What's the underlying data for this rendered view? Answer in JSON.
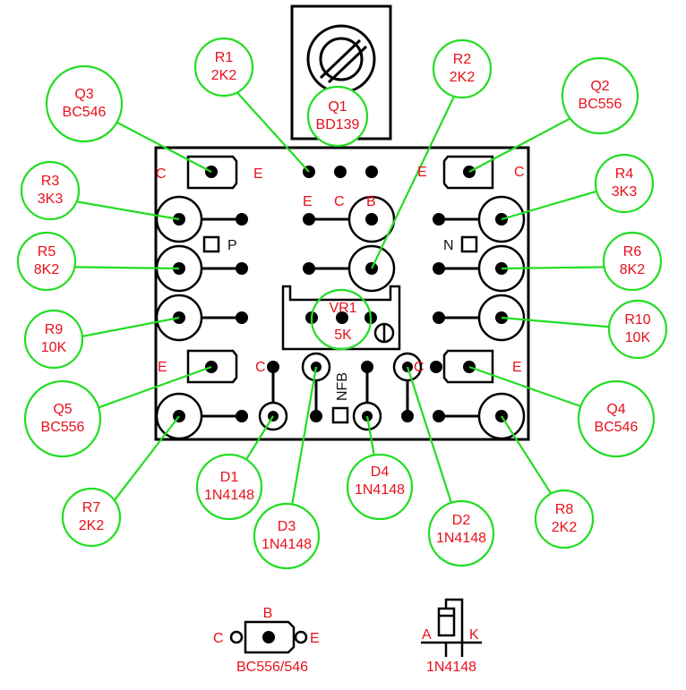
{
  "components": {
    "q1": {
      "ref": "Q1",
      "value": "BD139"
    },
    "r1": {
      "ref": "R1",
      "value": "2K2"
    },
    "r2": {
      "ref": "R2",
      "value": "2K2"
    },
    "q3": {
      "ref": "Q3",
      "value": "BC546"
    },
    "q2": {
      "ref": "Q2",
      "value": "BC556"
    },
    "r3": {
      "ref": "R3",
      "value": "3K3"
    },
    "r4": {
      "ref": "R4",
      "value": "3K3"
    },
    "r5": {
      "ref": "R5",
      "value": "8K2"
    },
    "r6": {
      "ref": "R6",
      "value": "8K2"
    },
    "r9": {
      "ref": "R9",
      "value": "10K"
    },
    "r10": {
      "ref": "R10",
      "value": "10K"
    },
    "q5": {
      "ref": "Q5",
      "value": "BC556"
    },
    "q4": {
      "ref": "Q4",
      "value": "BC546"
    },
    "r7": {
      "ref": "R7",
      "value": "2K2"
    },
    "r8": {
      "ref": "R8",
      "value": "2K2"
    },
    "d1": {
      "ref": "D1",
      "value": "1N4148"
    },
    "d3": {
      "ref": "D3",
      "value": "1N4148"
    },
    "d4": {
      "ref": "D4",
      "value": "1N4148"
    },
    "d2": {
      "ref": "D2",
      "value": "1N4148"
    },
    "vr1": {
      "ref": "VR1",
      "value": "5K"
    }
  },
  "pin_labels": {
    "c": "C",
    "e": "E",
    "b": "B",
    "p": "P",
    "n": "N",
    "nfb": "NFB",
    "a": "A",
    "k": "K"
  },
  "legend": {
    "transistor_caption": "BC556/546",
    "diode_caption": "1N4148"
  },
  "colors": {
    "label_red": "#e8101a",
    "leader_green": "#22dd22",
    "board_black": "#000000"
  }
}
